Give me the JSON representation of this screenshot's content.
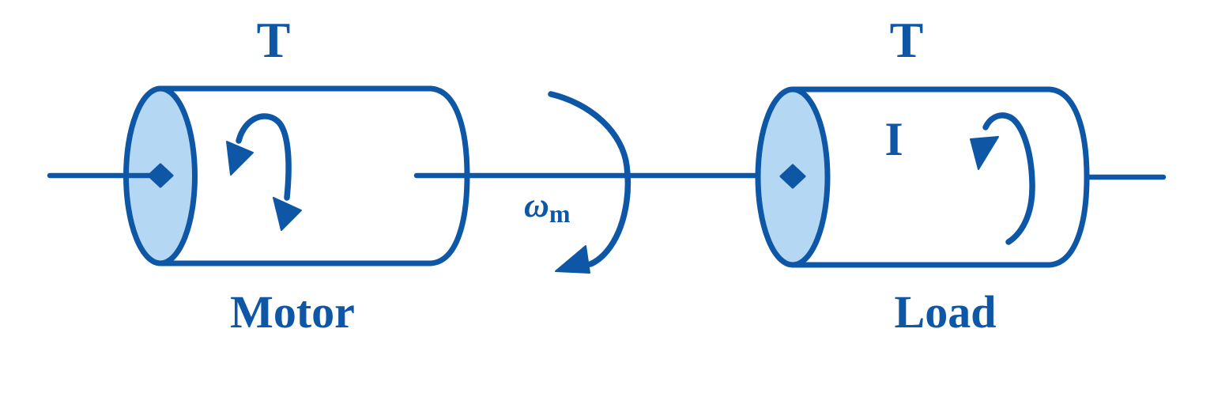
{
  "colors": {
    "line": "#0d57a6",
    "face_fill": "#b4d8f3",
    "text": "#0d57a6",
    "background": "#ffffff"
  },
  "motor": {
    "torque_label": "T",
    "name": "Motor"
  },
  "load": {
    "torque_label": "T",
    "inertia_label": "I",
    "name": "Load"
  },
  "shaft": {
    "speed_symbol": "ω",
    "speed_subscript": "m"
  }
}
